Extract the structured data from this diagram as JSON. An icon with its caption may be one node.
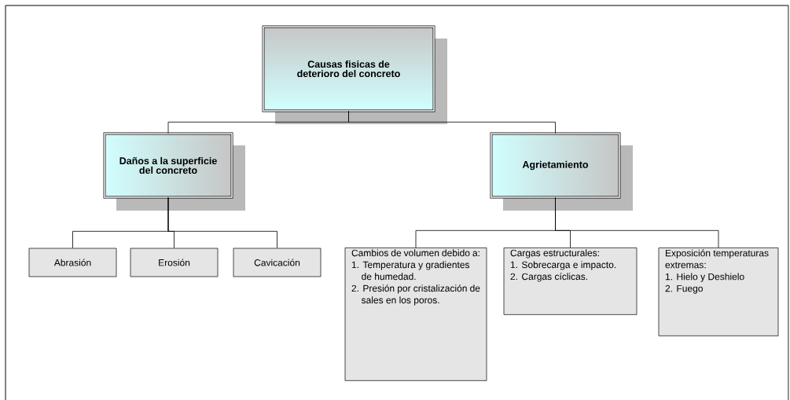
{
  "diagram": {
    "nodes": [
      {
        "text": [
          "Causas fisicas de deterioro del concreto"
        ]
      },
      {
        "text": [
          "Daños a la superficie del concreto"
        ]
      },
      {
        "text": [
          "Agrietamiento"
        ]
      },
      {
        "text": [
          "Abrasión"
        ]
      },
      {
        "text": [
          "Erosión"
        ]
      },
      {
        "text": [
          "Cavicación"
        ]
      },
      {
        "text": [
          "Cambios de volumen debido a:",
          "1. Temperatura y gradientes de humedad.",
          "2. Presión por cristalización de sales en los poros."
        ]
      },
      {
        "text": [
          "Cargas estructurales:",
          "1. Sobrecarga e impacto.",
          "2. Cargas cíclicas."
        ]
      },
      {
        "text": [
          "Exposición temperaturas extremas:",
          "1. Hielo y Deshielo",
          "2. Fuego"
        ]
      }
    ],
    "edges": [
      {
        "from": 0,
        "to": 1,
        "arrow": "none"
      },
      {
        "from": 0,
        "to": 2,
        "arrow": "none"
      },
      {
        "from": 1,
        "to": 3,
        "arrow": "none"
      },
      {
        "from": 1,
        "to": 4,
        "arrow": "none"
      },
      {
        "from": 1,
        "to": 5,
        "arrow": "none"
      },
      {
        "from": 2,
        "to": 6,
        "arrow": "none"
      },
      {
        "from": 2,
        "to": 7,
        "arrow": "none"
      },
      {
        "from": 2,
        "to": 8,
        "arrow": "none"
      }
    ]
  }
}
